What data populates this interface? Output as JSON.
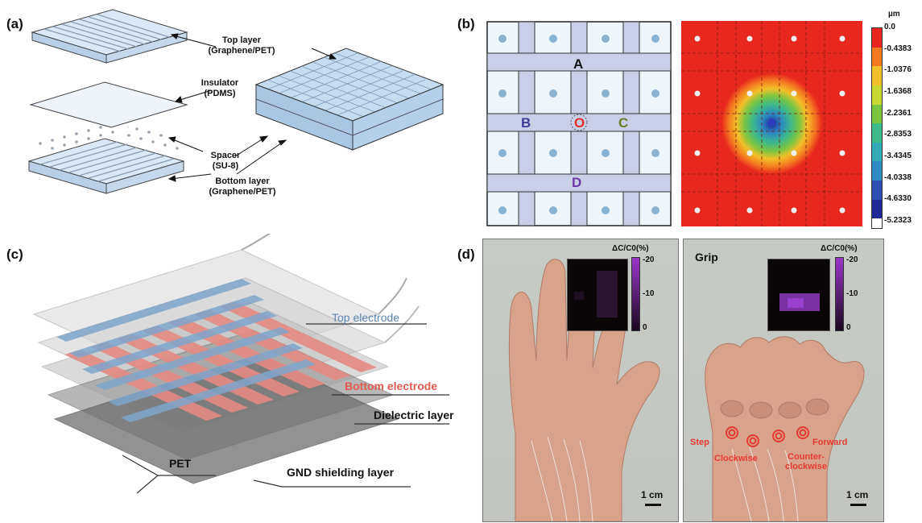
{
  "panels": {
    "a": {
      "label": "(a)",
      "callouts": {
        "top_layer": "Top layer",
        "top_layer_mat": "(Graphene/PET)",
        "insulator": "Insulator",
        "insulator_mat": "(PDMS)",
        "spacer": "Spacer",
        "spacer_mat": "(SU-8)",
        "bottom_layer": "Bottom layer",
        "bottom_layer_mat": "(Graphene/PET)"
      }
    },
    "b": {
      "label": "(b)",
      "regions": {
        "A": "A",
        "B": "B",
        "C": "C",
        "D": "D",
        "O": "O"
      },
      "colorbar": {
        "unit": "µm",
        "ticks": [
          "0.0",
          "-0.4383",
          "-1.0376",
          "-1.6368",
          "-2.2361",
          "-2.8353",
          "-3.4345",
          "-4.0338",
          "-4.6330",
          "-5.2323"
        ],
        "colors": [
          "#e8281e",
          "#f47a20",
          "#f2c02a",
          "#c8d834",
          "#7cc540",
          "#3db98a",
          "#34a9b8",
          "#2d8ac2",
          "#2c4fb0",
          "#1f2a96",
          "#ffffff"
        ]
      }
    },
    "c": {
      "label": "(c)",
      "callouts": {
        "top_electrode": "Top electrode",
        "bottom_electrode": "Bottom electrode",
        "dielectric": "Dielectric layer",
        "pet": "PET",
        "gnd": "GND shielding layer"
      },
      "colors": {
        "top": "#5b84b1",
        "bottom": "#e05a4f"
      }
    },
    "d": {
      "label": "(d)",
      "left": {
        "cb_title": "ΔC/C0(%)",
        "cb_ticks": [
          "-20",
          "-10",
          "0"
        ],
        "scale": "1 cm"
      },
      "right": {
        "title": "Grip",
        "cb_title": "ΔC/C0(%)",
        "cb_ticks": [
          "-20",
          "-10",
          "0"
        ],
        "scale": "1 cm",
        "gestures": {
          "step": "Step",
          "clockwise": "Clockwise",
          "counter": "Counter-",
          "counter2": "clockwise",
          "forward": "Forward"
        }
      }
    }
  }
}
